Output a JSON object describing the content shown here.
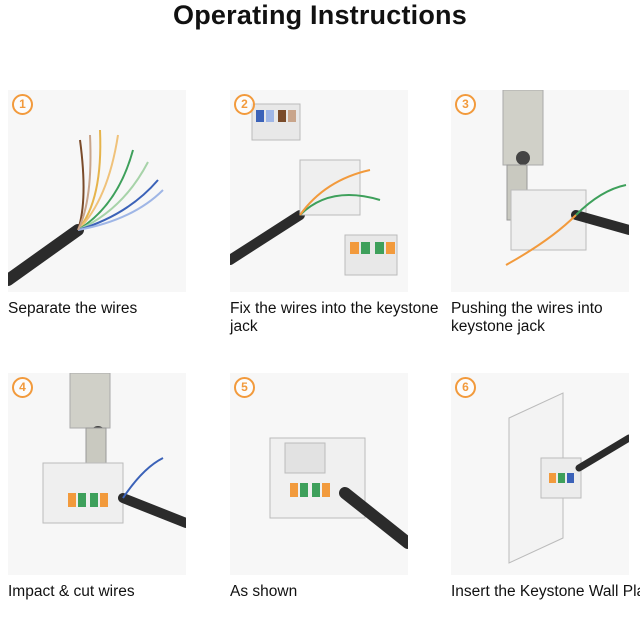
{
  "title": "Operating Instructions",
  "steps": [
    {
      "number": "1",
      "caption": "Separate the wires"
    },
    {
      "number": "2",
      "caption": "Fix the wires into the keystone jack"
    },
    {
      "number": "3",
      "caption": "Pushing the wires into keystone jack"
    },
    {
      "number": "4",
      "caption": "Impact & cut wires"
    },
    {
      "number": "5",
      "caption": "As shown"
    },
    {
      "number": "6",
      "caption": "Insert the Keystone Wall Plate"
    }
  ],
  "colors": {
    "number_badge": "#f29a3c",
    "cable": "#1f1f1f",
    "jack": "#f2f2f2"
  }
}
